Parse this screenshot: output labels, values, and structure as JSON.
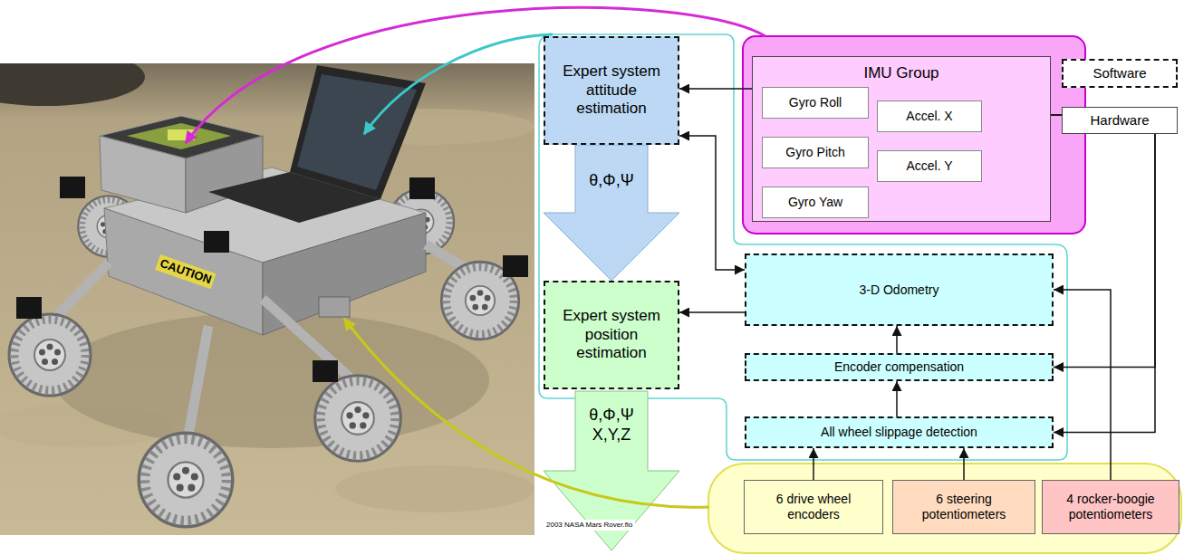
{
  "diagram": {
    "nodes": [
      {
        "text": [
          "Expert system attitude estimation"
        ]
      },
      {
        "text": [
          "IMU Group"
        ]
      },
      {
        "text": [
          "Gyro Roll"
        ],
        "in": 1
      },
      {
        "text": [
          "Gyro Pitch"
        ],
        "in": 1
      },
      {
        "text": [
          "Gyro Yaw"
        ],
        "in": 1
      },
      {
        "text": [
          "Accel. X"
        ],
        "in": 1
      },
      {
        "text": [
          "Accel. Y"
        ],
        "in": 1
      },
      {
        "text": [
          "3-D Odometry"
        ]
      },
      {
        "text": [
          "Expert system position estimation"
        ]
      },
      {
        "text": [
          "Encoder compensation"
        ]
      },
      {
        "text": [
          "All wheel slippage detection"
        ]
      },
      {
        "text": [
          "6 drive wheel encoders"
        ]
      },
      {
        "text": [
          "6 steering potentiometers"
        ]
      },
      {
        "text": [
          "4 rocker-boogie potentiometers"
        ]
      }
    ],
    "edges": [
      {
        "from": 1,
        "to": 0,
        "arrow": "to"
      },
      {
        "from": 0,
        "to": 8,
        "arrow": "to",
        "label": "θ,Φ,Ψ"
      },
      {
        "from": 7,
        "to": 0,
        "arrow": "both"
      },
      {
        "from": 7,
        "to": 8,
        "arrow": "to"
      },
      {
        "from": 9,
        "to": 7,
        "arrow": "to"
      },
      {
        "from": 10,
        "to": 9,
        "arrow": "to"
      },
      {
        "from": 1,
        "to": 9,
        "arrow": "to"
      },
      {
        "from": 1,
        "to": 10,
        "arrow": "to"
      },
      {
        "from": 13,
        "to": 7,
        "arrow": "to"
      },
      {
        "from": 11,
        "to": 10,
        "arrow": "to"
      },
      {
        "from": 12,
        "to": 10,
        "arrow": "to"
      }
    ],
    "labels": [
      "CAUTION",
      "θ,Φ,Ψ X,Y,Z",
      "2003 NASA Mars Rover.flo"
    ],
    "legend": [
      {
        "text": "Software"
      },
      {
        "text": "Hardware"
      }
    ]
  }
}
